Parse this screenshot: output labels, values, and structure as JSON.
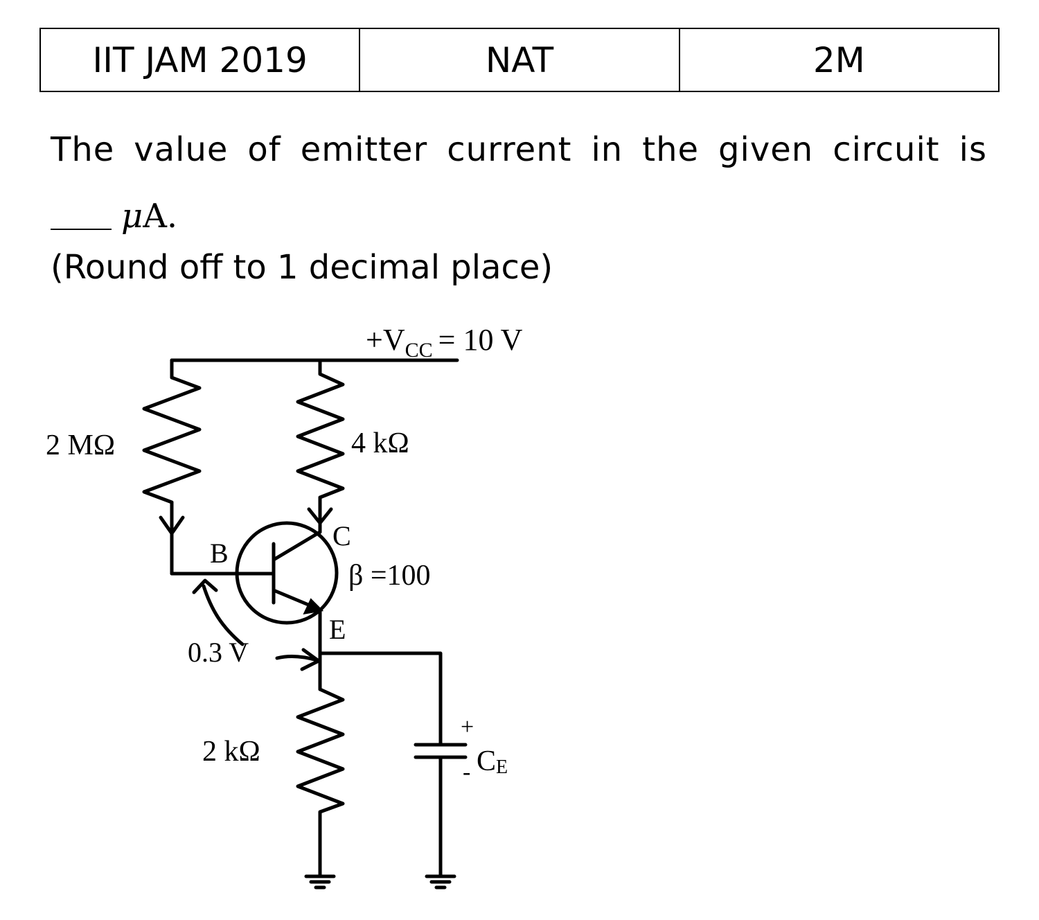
{
  "header": {
    "exam": "IIT JAM 2019",
    "type": "NAT",
    "marks": "2M"
  },
  "question": {
    "text": "The value of emitter current in the given circuit is",
    "unit_mu": "μ",
    "unit_rest": "A.",
    "note": "(Round off to 1 decimal place)"
  },
  "circuit": {
    "vcc_prefix": "+V",
    "vcc_sub": "CC",
    "vcc_value": "= 10 V",
    "rb_label": "2 MΩ",
    "rc_label": "4 kΩ",
    "re_label": "2 kΩ",
    "base_label": "B",
    "collector_label": "C",
    "emitter_label": "E",
    "beta_label": "β =100",
    "vbe_label": "0.3 V",
    "cap_plus": "+",
    "cap_minus": "-",
    "cap_prefix": "C",
    "cap_sub": "E"
  }
}
